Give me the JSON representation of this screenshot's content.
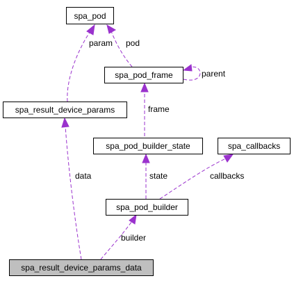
{
  "diagram": {
    "nodes": {
      "spa_pod": "spa_pod",
      "spa_pod_frame": "spa_pod_frame",
      "spa_result_device_params": "spa_result_device_params",
      "spa_pod_builder_state": "spa_pod_builder_state",
      "spa_callbacks": "spa_callbacks",
      "spa_pod_builder": "spa_pod_builder",
      "spa_result_device_params_data": "spa_result_device_params_data"
    },
    "edges": {
      "param": "param",
      "pod": "pod",
      "parent": "parent",
      "frame": "frame",
      "state": "state",
      "callbacks": "callbacks",
      "data": "data",
      "builder": "builder"
    },
    "colors": {
      "edge": "#9a32cd",
      "highlight_fill": "#bfbfbf"
    }
  }
}
